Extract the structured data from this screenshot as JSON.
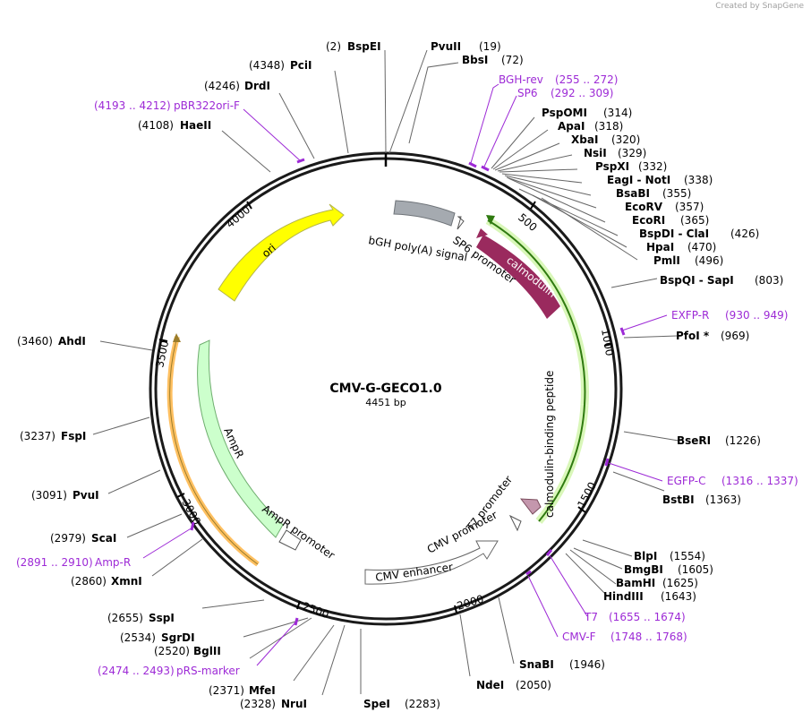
{
  "header": {
    "credit": "Created by SnapGene"
  },
  "plasmid": {
    "name": "CMV-G-GECO1.0",
    "length": 4451,
    "length_label": "4451 bp"
  },
  "ticks": [
    "500",
    "1000",
    "1500",
    "2000",
    "2500",
    "3000",
    "3500",
    "4000"
  ],
  "sites": [
    {
      "name": "BspEI",
      "pos": "(2)",
      "side": "top-left"
    },
    {
      "name": "PvuII",
      "pos": "(19)",
      "side": "top-right"
    },
    {
      "name": "BbsI",
      "pos": "(72)",
      "side": "right"
    },
    {
      "name": "PspOMI",
      "pos": "(314)",
      "side": "right"
    },
    {
      "name": "ApaI",
      "pos": "(318)",
      "side": "right"
    },
    {
      "name": "XbaI",
      "pos": "(320)",
      "side": "right"
    },
    {
      "name": "NsiI",
      "pos": "(329)",
      "side": "right"
    },
    {
      "name": "PspXI",
      "pos": "(332)",
      "side": "right"
    },
    {
      "name": "EagI - NotI",
      "pos": "(338)",
      "side": "right"
    },
    {
      "name": "BsaBI",
      "pos": "(355)",
      "side": "right"
    },
    {
      "name": "EcoRV",
      "pos": "(357)",
      "side": "right"
    },
    {
      "name": "EcoRI",
      "pos": "(365)",
      "side": "right"
    },
    {
      "name": "BspDI - ClaI",
      "pos": "(426)",
      "side": "right"
    },
    {
      "name": "HpaI",
      "pos": "(470)",
      "side": "right"
    },
    {
      "name": "PmlI",
      "pos": "(496)",
      "side": "right"
    },
    {
      "name": "BspQI - SapI",
      "pos": "(803)",
      "side": "right"
    },
    {
      "name": "PfoI *",
      "pos": "(969)",
      "side": "right"
    },
    {
      "name": "BseRI",
      "pos": "(1226)",
      "side": "right"
    },
    {
      "name": "BstBI",
      "pos": "(1363)",
      "side": "right"
    },
    {
      "name": "BlpI",
      "pos": "(1554)",
      "side": "right"
    },
    {
      "name": "BmgBI",
      "pos": "(1605)",
      "side": "right"
    },
    {
      "name": "BamHI",
      "pos": "(1625)",
      "side": "right"
    },
    {
      "name": "HindIII",
      "pos": "(1643)",
      "side": "right"
    },
    {
      "name": "SnaBI",
      "pos": "(1946)",
      "side": "right"
    },
    {
      "name": "NdeI",
      "pos": "(2050)",
      "side": "right"
    },
    {
      "name": "SpeI",
      "pos": "(2283)",
      "side": "right"
    },
    {
      "name": "NruI",
      "pos": "(2328)",
      "side": "left"
    },
    {
      "name": "MfeI",
      "pos": "(2371)",
      "side": "left"
    },
    {
      "name": "BglII",
      "pos": "(2520)",
      "side": "left"
    },
    {
      "name": "SgrDI",
      "pos": "(2534)",
      "side": "left"
    },
    {
      "name": "SspI",
      "pos": "(2655)",
      "side": "left"
    },
    {
      "name": "XmnI",
      "pos": "(2860)",
      "side": "left"
    },
    {
      "name": "ScaI",
      "pos": "(2979)",
      "side": "left"
    },
    {
      "name": "PvuI",
      "pos": "(3091)",
      "side": "left"
    },
    {
      "name": "FspI",
      "pos": "(3237)",
      "side": "left"
    },
    {
      "name": "AhdI",
      "pos": "(3460)",
      "side": "left"
    },
    {
      "name": "HaeII",
      "pos": "(4108)",
      "side": "left"
    },
    {
      "name": "DrdI",
      "pos": "(4246)",
      "side": "left"
    },
    {
      "name": "PciI",
      "pos": "(4348)",
      "side": "left"
    }
  ],
  "primers": [
    {
      "name": "BGH-rev",
      "range": "(255 .. 272)"
    },
    {
      "name": "SP6",
      "range": "(292 .. 309)"
    },
    {
      "name": "EXFP-R",
      "range": "(930 .. 949)"
    },
    {
      "name": "EGFP-C",
      "range": "(1316 .. 1337)"
    },
    {
      "name": "T7",
      "range": "(1655 .. 1674)"
    },
    {
      "name": "CMV-F",
      "range": "(1748 .. 1768)"
    },
    {
      "name": "pRS-marker",
      "range": "(2474 .. 2493)"
    },
    {
      "name": "Amp-R",
      "range": "(2891 .. 2910)"
    },
    {
      "name": "pBR322ori-F",
      "range": "(4193 .. 4212)"
    }
  ],
  "features": {
    "calmodulin": "calmodulin",
    "cbp": "calmodulin-binding peptide",
    "bgh": "bGH poly(A) signal",
    "sp6": "SP6 promoter",
    "t7": "T7 promoter",
    "cmv_promoter": "CMV promoter",
    "cmv_enhancer": "CMV enhancer",
    "ampr": "AmpR",
    "ampr_promoter": "AmpR promoter",
    "ori": "ori"
  },
  "colors": {
    "ring": "#1a1a1a",
    "primer": "#9d2ad6",
    "calmodulin": "#9a2a5e",
    "cbp_green": "#bff58e",
    "ori": "#ffff00",
    "ampr": "#ccffcc",
    "orange": "#ffc061",
    "bgh": "#a5aab0"
  }
}
